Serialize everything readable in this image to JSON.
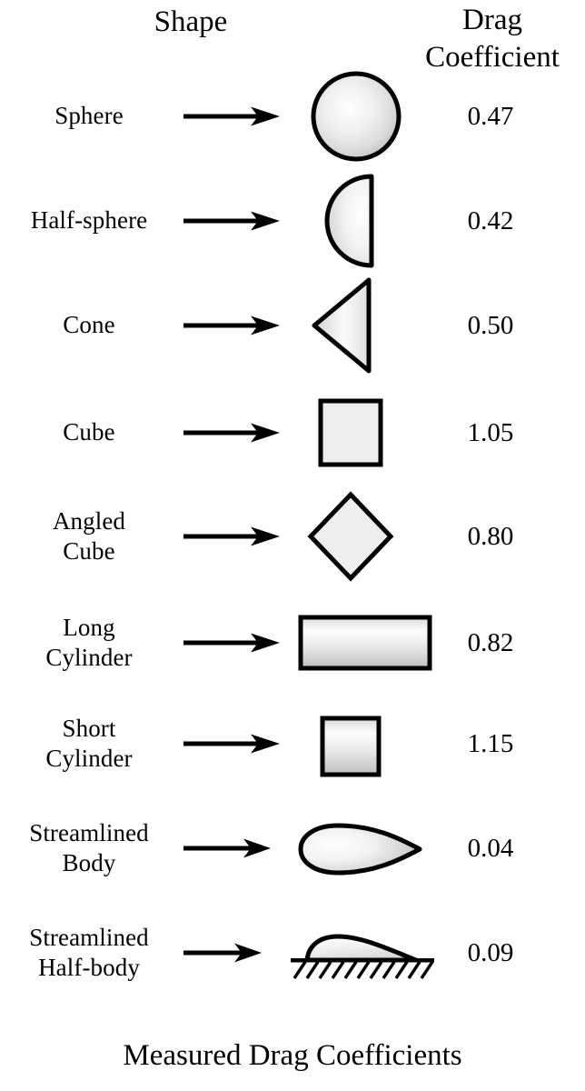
{
  "header": {
    "shape_label": "Shape",
    "drag_line1": "Drag",
    "drag_line2": "Coefficient"
  },
  "caption": "Measured Drag Coefficients",
  "arrow_icon": "right-arrow-icon",
  "colors": {
    "ink": "#000000",
    "background": "#ffffff",
    "fill_light": "#ffffff",
    "fill_mid": "#e9e9e9",
    "fill_dark": "#c9c9c9",
    "flat_fill": "#eeeeee"
  },
  "rows": [
    {
      "name": "sphere",
      "label_line1": "Sphere",
      "label_line2": "",
      "value": "0.47",
      "shape_icon": "sphere-shape-icon"
    },
    {
      "name": "half-sphere",
      "label_line1": "Half-sphere",
      "label_line2": "",
      "value": "0.42",
      "shape_icon": "half-sphere-shape-icon"
    },
    {
      "name": "cone",
      "label_line1": "Cone",
      "label_line2": "",
      "value": "0.50",
      "shape_icon": "cone-shape-icon"
    },
    {
      "name": "cube",
      "label_line1": "Cube",
      "label_line2": "",
      "value": "1.05",
      "shape_icon": "cube-shape-icon"
    },
    {
      "name": "angled-cube",
      "label_line1": "Angled",
      "label_line2": "Cube",
      "value": "0.80",
      "shape_icon": "angled-cube-shape-icon"
    },
    {
      "name": "long-cylinder",
      "label_line1": "Long",
      "label_line2": "Cylinder",
      "value": "0.82",
      "shape_icon": "long-cylinder-shape-icon"
    },
    {
      "name": "short-cylinder",
      "label_line1": "Short",
      "label_line2": "Cylinder",
      "value": "1.15",
      "shape_icon": "short-cylinder-shape-icon"
    },
    {
      "name": "streamlined-body",
      "label_line1": "Streamlined",
      "label_line2": "Body",
      "value": "0.04",
      "shape_icon": "streamlined-body-shape-icon"
    },
    {
      "name": "streamlined-half-body",
      "label_line1": "Streamlined",
      "label_line2": "Half-body",
      "value": "0.09",
      "shape_icon": "streamlined-half-body-shape-icon"
    }
  ],
  "chart_data": {
    "type": "table",
    "title": "Measured Drag Coefficients",
    "columns": [
      "Shape",
      "Drag Coefficient"
    ],
    "categories": [
      "Sphere",
      "Half-sphere",
      "Cone",
      "Cube",
      "Angled Cube",
      "Long Cylinder",
      "Short Cylinder",
      "Streamlined Body",
      "Streamlined Half-body"
    ],
    "values": [
      0.47,
      0.42,
      0.5,
      1.05,
      0.8,
      0.82,
      1.15,
      0.04,
      0.09
    ],
    "xlabel": "Shape",
    "ylabel": "Drag Coefficient",
    "legend": [],
    "grid": false
  }
}
